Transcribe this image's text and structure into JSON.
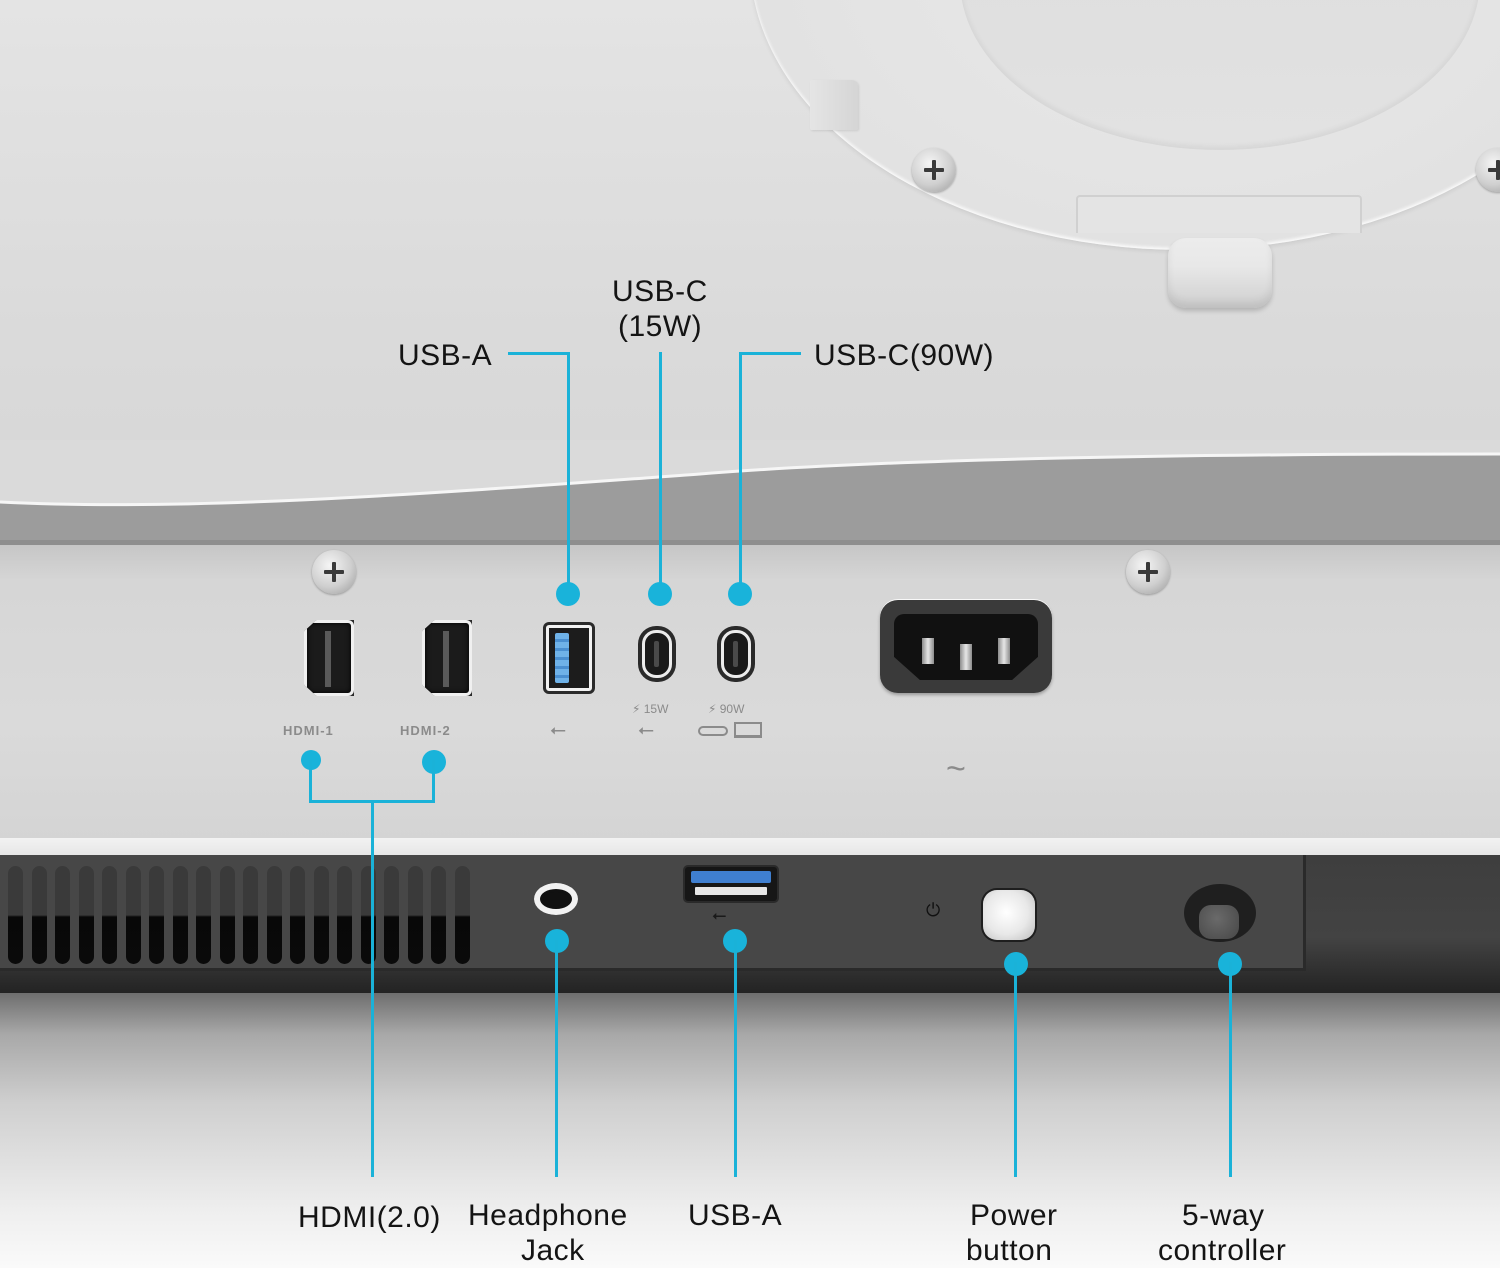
{
  "diagram": {
    "subject": "Monitor rear I/O ports",
    "accent_color": "#1ab2d8",
    "top_callouts": [
      {
        "id": "usb-a-top",
        "label": "USB-A"
      },
      {
        "id": "usb-c-15w",
        "label_line1": "USB-C",
        "label_line2": "(15W)"
      },
      {
        "id": "usb-c-90w",
        "label": "USB-C(90W)"
      }
    ],
    "bottom_callouts": [
      {
        "id": "hdmi",
        "label": "HDMI(2.0)"
      },
      {
        "id": "headphone",
        "label_line1": "Headphone",
        "label_line2": "Jack"
      },
      {
        "id": "usb-a-bottom",
        "label": "USB-A"
      },
      {
        "id": "power-button",
        "label_line1": "Power",
        "label_line2": "button"
      },
      {
        "id": "controller",
        "label_line1": "5-way",
        "label_line2": "controller"
      }
    ],
    "port_markings": {
      "hdmi1": "HDMI-1",
      "hdmi2": "HDMI-2",
      "usbc15_power": "⚡ 15W",
      "usbc90_power": "⚡ 90W",
      "ac_symbol": "~"
    },
    "icons": {
      "usb": "⭠",
      "power": "⏻",
      "laptop": "💻"
    }
  }
}
